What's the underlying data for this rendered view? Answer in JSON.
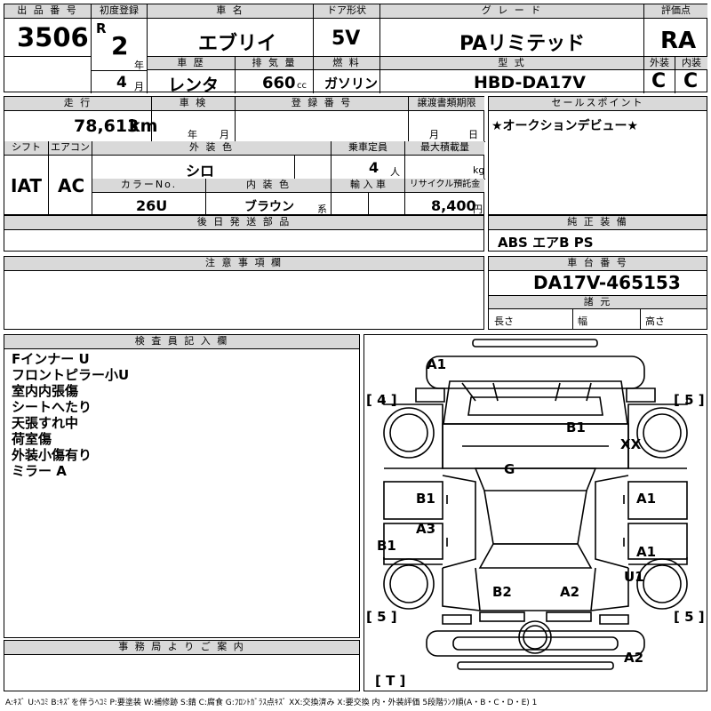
{
  "labels": {
    "lot_number": "出 品 番 号",
    "first_registration": "初度登録",
    "car_name": "車 名",
    "door_type": "ドア形状",
    "grade": "グ レ ー ド",
    "rating": "評価点",
    "history": "車 歴",
    "displacement": "排 気 量",
    "fuel": "燃 料",
    "model_code": "型 式",
    "exterior_grade": "外装",
    "interior_grade": "内装",
    "mileage": "走 行",
    "inspection": "車 検",
    "registration_no": "登 録 番 号",
    "transfer_deadline": "譲渡書類期限",
    "sales_point": "セールスポイント",
    "shift": "シフト",
    "aircon": "エアコン",
    "exterior_color": "外 装 色",
    "capacity": "乗車定員",
    "max_load": "最大積載量",
    "color_no": "カラーNo.",
    "interior_color": "内 装 色",
    "import": "輸 入 車",
    "recycle_fee": "リサイクル預託金",
    "later_parts": "後 日 発 送 部 品",
    "genuine_equipment": "純 正 装 備",
    "caution": "注 意 事 項 欄",
    "chassis_number": "車 台 番 号",
    "specs": "諸 元",
    "length": "長さ",
    "width": "幅",
    "height": "高さ",
    "inspector_notes": "検 査 員 記 入 欄",
    "office_notice": "事 務 局 よ り ご 案 内"
  },
  "values": {
    "lot_number": "3506",
    "era_letter": "R",
    "year": "2",
    "year_unit": "年",
    "month": "4",
    "month_unit": "月",
    "car_name": "エブリイ",
    "door_type": "5V",
    "grade": "PAリミテッド",
    "rating": "RA",
    "history": "レンタ",
    "displacement": "660",
    "displacement_unit": "cc",
    "fuel": "ガソリン",
    "model_code": "HBD-DA17V",
    "exterior_grade": "C",
    "interior_grade": "C",
    "mileage": "78,613",
    "mileage_unit": "km",
    "inspection_year_unit": "年",
    "inspection_month_unit": "月",
    "deadline_month_unit": "月",
    "deadline_day_unit": "日",
    "sales_point": "★オークションデビュー★",
    "shift": "IAT",
    "aircon": "AC",
    "exterior_color": "シロ",
    "capacity": "4",
    "capacity_unit": "人",
    "max_load_unit": "kg",
    "color_no": "26U",
    "interior_color": "ブラウン",
    "interior_color_suffix": "系",
    "recycle_fee": "8,400",
    "recycle_unit": "円",
    "genuine_equipment": "ABS エアB PS",
    "chassis_number": "DA17V-465153"
  },
  "inspector_notes": [
    "Fインナー U",
    "フロントピラー小U",
    "室内内張傷",
    "シートへたり",
    "天張すれ中",
    "荷室傷",
    "外装小傷有り",
    "ミラー A"
  ],
  "diagram": {
    "tire_fl": "[ 4 ]",
    "tire_fr": "[ 5 ]",
    "tire_rl": "[ 5 ]",
    "tire_rr": "[ 5 ]",
    "spare": "[ T ]",
    "marks": {
      "front_bumper": "A1",
      "hood": "B1",
      "front_fender_r": "XX",
      "roof": "G",
      "door_fl": "B1",
      "door_fr": "A1",
      "side_l": "A3",
      "sill_l": "B1",
      "door_rr": "A1",
      "rear_fender_r": "U1",
      "rear_l": "B2",
      "rear_r": "A2",
      "rear_bumper": "A2"
    }
  },
  "legend": "A:ｷｽﾞ U:ﾍｺﾐ B:ｷｽﾞを伴うﾍｺﾐ P:要塗装 W:補修跡 S:錆 C:腐食 G:ﾌﾛﾝﾄｶﾞﾗｽ点ｷｽﾞ XX:交換済み X:要交換 内・外装評価 5段階ﾗﾝｸ順(A・B・C・D・E) 1"
}
